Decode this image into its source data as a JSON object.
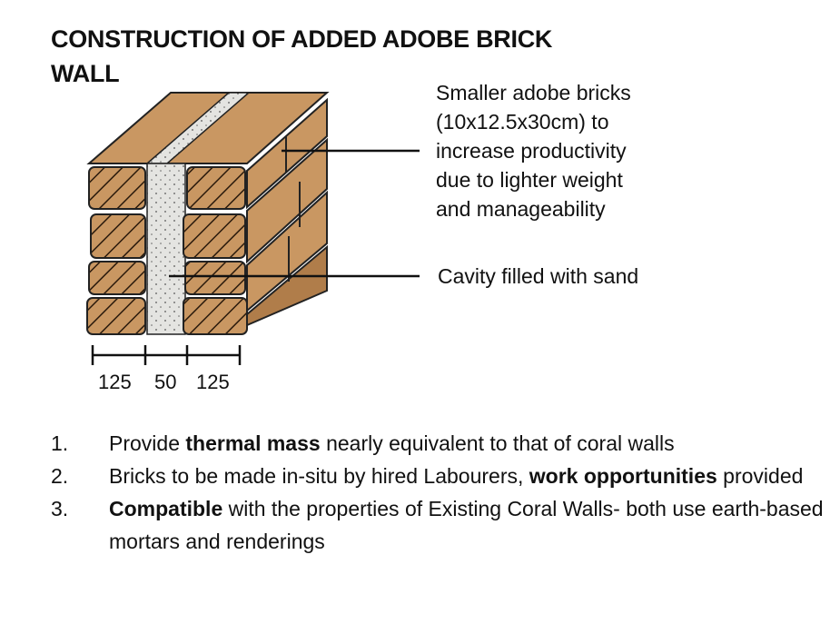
{
  "title": {
    "line1": "CONSTRUCTION OF ADDED ADOBE BRICK",
    "line2": "WALL"
  },
  "callouts": {
    "bricks": {
      "line1": "Smaller adobe bricks",
      "line2": "(10x12.5x30cm)  to",
      "line3": "increase productivity",
      "line4": "due to lighter weight",
      "line5": "and manageability"
    },
    "cavity": "Cavity filled with sand"
  },
  "dimensions": [
    "125",
    "50",
    "125"
  ],
  "points": [
    {
      "num": "1.",
      "pre": "Provide ",
      "bold": "thermal mass",
      "post": " nearly equivalent to that of coral walls"
    },
    {
      "num": "2.",
      "pre": "Bricks to be made in-situ by hired Labourers, ",
      "bold": "work opportunities",
      "post": " provided"
    },
    {
      "num": "3.",
      "pre": "",
      "bold": "Compatible",
      "post": " with the properties of Existing Coral Walls- both use earth-based mortars and renderings"
    }
  ],
  "colors": {
    "brick": "#c99762",
    "brick_dark": "#b07d4a",
    "sand": "#e4e4e1",
    "ink": "#111111"
  }
}
